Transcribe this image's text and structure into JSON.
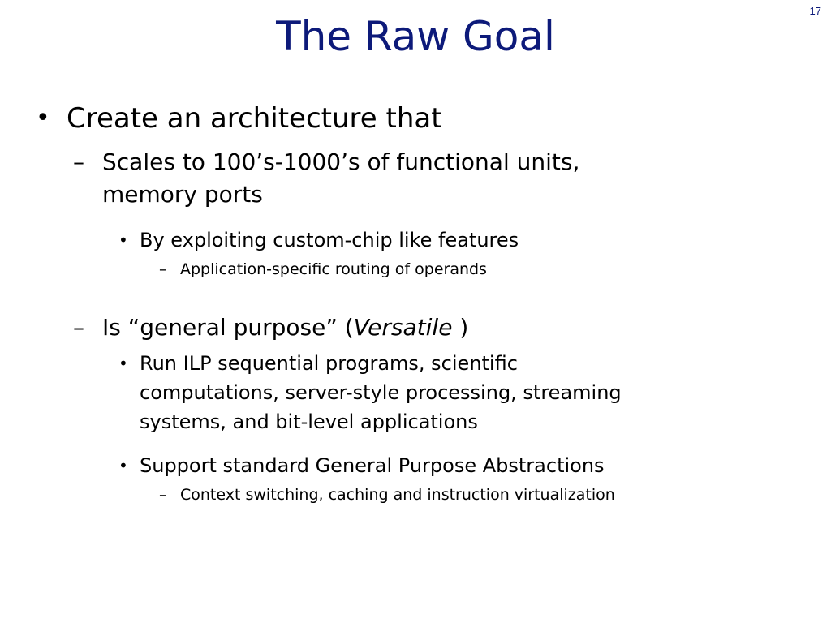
{
  "slide": {
    "title": "The Raw Goal",
    "page_number": "17"
  },
  "bullets": {
    "l1_0": "Create an architecture that",
    "l2_0_line1": "Scales to 100’s-1000’s of functional units,",
    "l2_0_line2": "memory ports",
    "l3_0": "By exploiting custom-chip like features",
    "l4_0": "Application-specific routing of operands",
    "l2_1_pre": "Is “general purpose” (",
    "l2_1_italic": "Versatile",
    "l2_1_post": " )",
    "l3_1_line1": "Run ILP sequential programs, scientific",
    "l3_1_line2": "computations, server-style processing, streaming",
    "l3_1_line3": "systems, and bit-level applications",
    "l3_2": "Support standard General Purpose Abstractions",
    "l4_1": "Context switching, caching and instruction virtualization"
  },
  "markers": {
    "bullet": "•",
    "dash": "–"
  }
}
